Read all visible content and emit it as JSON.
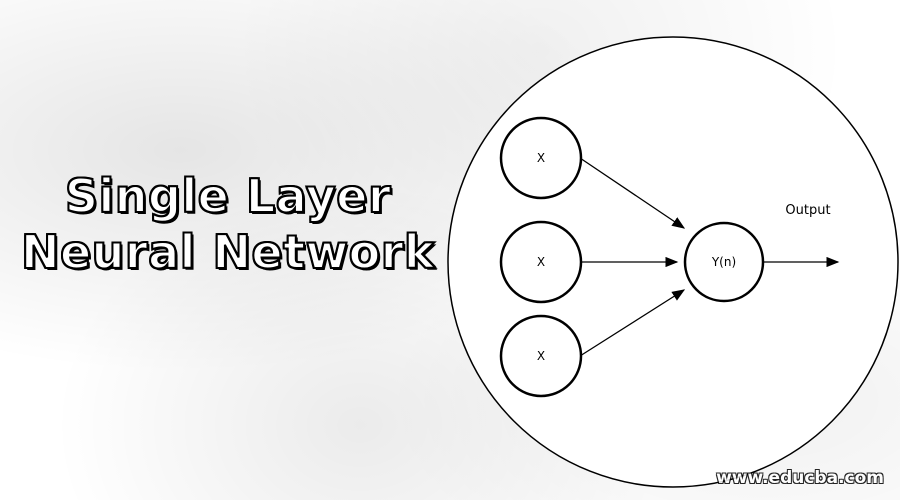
{
  "title": {
    "line1": "Single Layer",
    "line2": "Neural Network"
  },
  "network": {
    "inputs": [
      {
        "label": "X"
      },
      {
        "label": "X"
      },
      {
        "label": "X"
      }
    ],
    "output_node": {
      "label": "Y(n)"
    },
    "output_label": "Output"
  },
  "watermark": "www.educba.com",
  "colors": {
    "background": "#ffffff",
    "stroke": "#000000",
    "title_fill": "#ffffff"
  }
}
